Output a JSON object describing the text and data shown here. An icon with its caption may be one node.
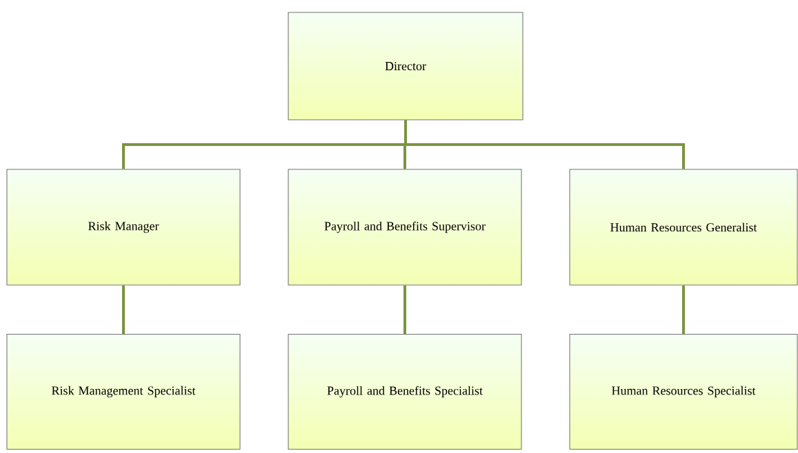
{
  "diagram": {
    "nodes": [
      {
        "text": [
          "Director"
        ]
      },
      {
        "text": [
          "Risk Manager"
        ]
      },
      {
        "text": [
          "Payroll and Benefits Supervisor"
        ]
      },
      {
        "text": [
          "Human Resources Generalist"
        ]
      },
      {
        "text": [
          "Risk Management Specialist"
        ]
      },
      {
        "text": [
          "Payroll and Benefits Specialist"
        ]
      },
      {
        "text": [
          "Human Resources Specialist"
        ]
      }
    ],
    "edges": [
      {
        "from": 0,
        "to": 1,
        "arrow": "none"
      },
      {
        "from": 0,
        "to": 2,
        "arrow": "none"
      },
      {
        "from": 0,
        "to": 3,
        "arrow": "none"
      },
      {
        "from": 1,
        "to": 4,
        "arrow": "none"
      },
      {
        "from": 2,
        "to": 5,
        "arrow": "none"
      },
      {
        "from": 3,
        "to": 6,
        "arrow": "none"
      }
    ]
  }
}
